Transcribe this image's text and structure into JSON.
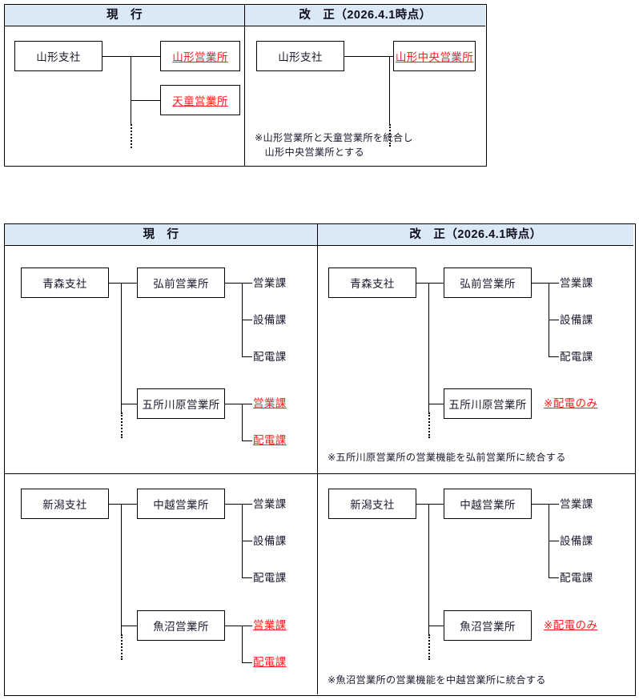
{
  "tables": [
    {
      "id": "yamagata",
      "headers": {
        "current": "現　行",
        "revised": "改　正（2026.4.1時点）"
      },
      "current": {
        "branch": "山形支社",
        "offices": [
          {
            "label": "山形営業所",
            "highlight": true
          },
          {
            "label": "天童営業所",
            "highlight": true
          }
        ]
      },
      "revised": {
        "branch": "山形支社",
        "offices": [
          {
            "label": "山形中央営業所",
            "highlight": true
          }
        ],
        "note": "※山形営業所と天童営業所を統合し\n　山形中央営業所とする"
      }
    },
    {
      "id": "aomori-niigata",
      "headers": {
        "current": "現　行",
        "revised": "改　正（2026.4.1時点）"
      },
      "sections": [
        {
          "id": "aomori",
          "current": {
            "branch": "青森支社",
            "offices": [
              {
                "label": "弘前営業所",
                "depts": [
                  {
                    "label": "営業課",
                    "highlight": false
                  },
                  {
                    "label": "設備課",
                    "highlight": false
                  },
                  {
                    "label": "配電課",
                    "highlight": false
                  }
                ]
              },
              {
                "label": "五所川原営業所",
                "depts": [
                  {
                    "label": "営業課",
                    "highlight": true
                  },
                  {
                    "label": "配電課",
                    "highlight": true
                  }
                ]
              }
            ]
          },
          "revised": {
            "branch": "青森支社",
            "offices": [
              {
                "label": "弘前営業所",
                "depts": [
                  {
                    "label": "営業課",
                    "highlight": false
                  },
                  {
                    "label": "設備課",
                    "highlight": false
                  },
                  {
                    "label": "配電課",
                    "highlight": false
                  }
                ]
              },
              {
                "label": "五所川原営業所",
                "depts": [
                  {
                    "label": "※配電のみ",
                    "highlight": true
                  }
                ]
              }
            ],
            "note": "※五所川原営業所の営業機能を弘前営業所に統合する"
          }
        },
        {
          "id": "niigata",
          "current": {
            "branch": "新潟支社",
            "offices": [
              {
                "label": "中越営業所",
                "depts": [
                  {
                    "label": "営業課",
                    "highlight": false
                  },
                  {
                    "label": "設備課",
                    "highlight": false
                  },
                  {
                    "label": "配電課",
                    "highlight": false
                  }
                ]
              },
              {
                "label": "魚沼営業所",
                "depts": [
                  {
                    "label": "営業課",
                    "highlight": true
                  },
                  {
                    "label": "配電課",
                    "highlight": true
                  }
                ]
              }
            ]
          },
          "revised": {
            "branch": "新潟支社",
            "offices": [
              {
                "label": "中越営業所",
                "depts": [
                  {
                    "label": "営業課",
                    "highlight": false
                  },
                  {
                    "label": "設備課",
                    "highlight": false
                  },
                  {
                    "label": "配電課",
                    "highlight": false
                  }
                ]
              },
              {
                "label": "魚沼営業所",
                "depts": [
                  {
                    "label": "※配電のみ",
                    "highlight": true
                  }
                ]
              }
            ],
            "note": "※魚沼営業所の営業機能を中越営業所に統合する"
          }
        }
      ]
    }
  ],
  "colors": {
    "header_fill": "#dbe8f5",
    "highlight": "#fb2020",
    "text": "#1a1a2e",
    "border": "#000000"
  }
}
